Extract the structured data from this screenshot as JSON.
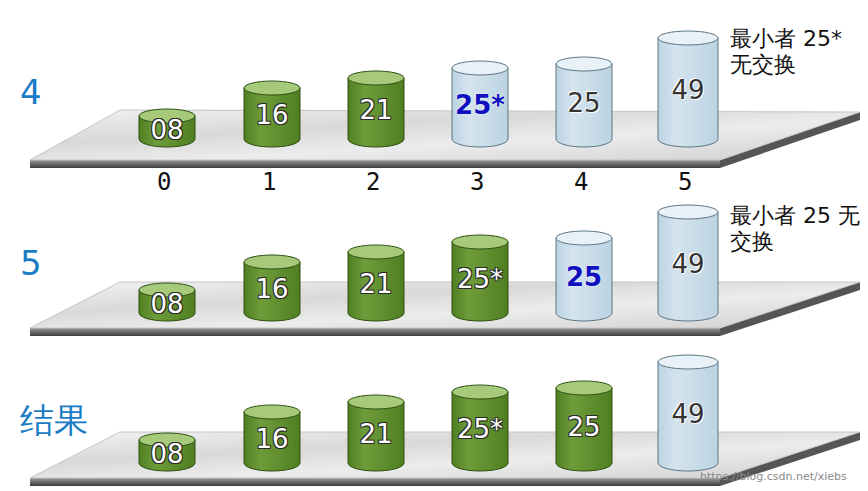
{
  "diagram": {
    "nodes": [
      {
        "text": [
          "08"
        ]
      },
      {
        "text": [
          "16"
        ]
      },
      {
        "text": [
          "21"
        ]
      },
      {
        "text": [
          "25*"
        ]
      },
      {
        "text": [
          "25"
        ]
      },
      {
        "text": [
          "49"
        ]
      },
      {
        "text": [
          "08"
        ]
      },
      {
        "text": [
          "16"
        ]
      },
      {
        "text": [
          "21"
        ]
      },
      {
        "text": [
          "25*"
        ]
      },
      {
        "text": [
          "25"
        ]
      },
      {
        "text": [
          "49"
        ]
      },
      {
        "text": [
          "08"
        ]
      },
      {
        "text": [
          "16"
        ]
      },
      {
        "text": [
          "21"
        ]
      },
      {
        "text": [
          "25*"
        ]
      },
      {
        "text": [
          "25"
        ]
      },
      {
        "text": [
          "49"
        ]
      }
    ],
    "labels": [
      "4",
      "最小者 25* 无交换",
      "0",
      "1",
      "2",
      "3",
      "4",
      "5",
      "5",
      "最小者 25 无交换",
      "结果",
      "https://blog.csdn.net/xiebs"
    ]
  }
}
